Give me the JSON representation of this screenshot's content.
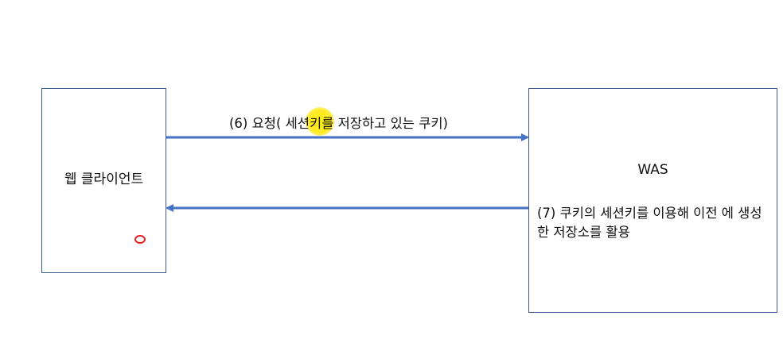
{
  "client": {
    "label": "웹 클라이언트"
  },
  "server": {
    "label": "WAS",
    "note": "(7) 쿠키의 세션키를 이용해 이전 에 생성한 저장소를 활용"
  },
  "request": {
    "label": "(6) 요청( 세션키를 저장하고 있는 쿠키)"
  },
  "colors": {
    "box_border": "#3b5a92",
    "arrow": "#4472c4",
    "highlight": "#ffee00",
    "cursor": "#e62020"
  }
}
